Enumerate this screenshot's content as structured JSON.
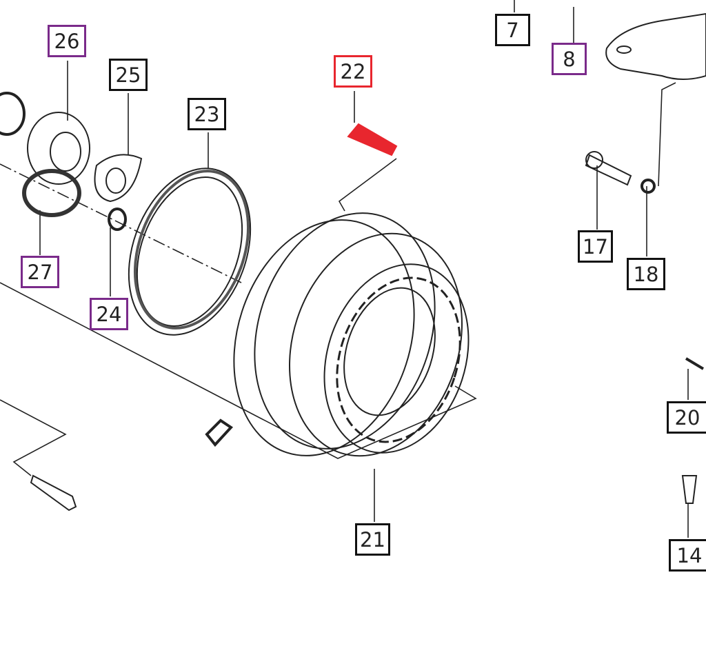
{
  "diagram": {
    "colors": {
      "default": "#111111",
      "highlighted": "#e8262e",
      "secondary": "#7a2a8a"
    },
    "callouts": [
      {
        "id": "7",
        "style": "default"
      },
      {
        "id": "8",
        "style": "secondary"
      },
      {
        "id": "14",
        "style": "default"
      },
      {
        "id": "17",
        "style": "default"
      },
      {
        "id": "18",
        "style": "default"
      },
      {
        "id": "20",
        "style": "default"
      },
      {
        "id": "21",
        "style": "default"
      },
      {
        "id": "22",
        "style": "highlighted"
      },
      {
        "id": "23",
        "style": "default"
      },
      {
        "id": "24",
        "style": "secondary"
      },
      {
        "id": "25",
        "style": "default"
      },
      {
        "id": "26",
        "style": "secondary"
      },
      {
        "id": "27",
        "style": "secondary"
      }
    ]
  }
}
